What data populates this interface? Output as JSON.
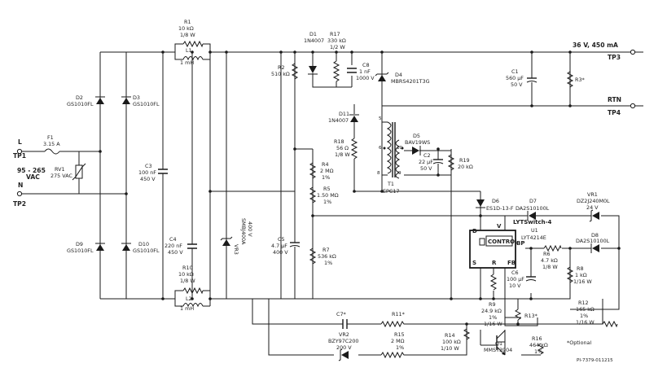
{
  "inputs": {
    "line": {
      "label": "L",
      "tp": "TP1"
    },
    "neutral": {
      "label": "N",
      "tp": "TP2"
    },
    "voltage": [
      "95 - 265",
      "VAC"
    ]
  },
  "outputs": {
    "vout": {
      "label": "36 V, 450 mA",
      "tp": "TP3"
    },
    "rtn": {
      "label": "RTN",
      "tp": "TP4"
    }
  },
  "ic": {
    "family": "LYTSwitch-4",
    "ref": "U1",
    "part": "LYT4214E",
    "block": "CONTROL",
    "pins": [
      "D",
      "V",
      "BP",
      "S",
      "R",
      "FB"
    ]
  },
  "transformer": {
    "ref": "T1",
    "part": "EPC17",
    "pins": [
      "5",
      "6",
      "10",
      "8",
      "9"
    ]
  },
  "parts": {
    "F1": [
      "F1",
      "3.15 A"
    ],
    "RV1": [
      "RV1",
      "275 VAC"
    ],
    "D2": [
      "D2",
      "GS1010FL"
    ],
    "D3": [
      "D3",
      "GS1010FL"
    ],
    "D9": [
      "D9",
      "GS1010FL"
    ],
    "D10": [
      "D10",
      "GS1010FL"
    ],
    "C3": [
      "C3",
      "100 nF",
      "450 V"
    ],
    "C4": [
      "C4",
      "220 nF",
      "450 V"
    ],
    "R1": [
      "R1",
      "10 kΩ",
      "1/8 W"
    ],
    "L1": [
      "L1",
      "1 mH"
    ],
    "R10": [
      "R10",
      "10 kΩ",
      "1/8 W"
    ],
    "L2": [
      "L2",
      "1 mH"
    ],
    "VR3": [
      "VR3",
      "SMBJ400A",
      "400 V"
    ],
    "R2": [
      "R2",
      "510 kΩ"
    ],
    "D1": [
      "D1",
      "1N4007"
    ],
    "R17": [
      "R17",
      "330 kΩ",
      "1/2 W"
    ],
    "C8": [
      "C8",
      "1 nF",
      "1000 V"
    ],
    "D4": [
      "D4",
      "MBRS4201T3G"
    ],
    "C1": [
      "C1",
      "560 µF",
      "50 V"
    ],
    "R3": [
      "R3*"
    ],
    "D11": [
      "D11",
      "1N4007"
    ],
    "R18": [
      "R18",
      "56 Ω",
      "1/8 W"
    ],
    "D5": [
      "D5",
      "BAV19WS"
    ],
    "C2": [
      "C2",
      "22 µF",
      "50 V"
    ],
    "R19": [
      "R19",
      "20 kΩ"
    ],
    "R4": [
      "R4",
      "2 MΩ",
      "1%"
    ],
    "R5": [
      "R5",
      "1.50 MΩ",
      "1%"
    ],
    "C5": [
      "C5",
      "4.7 µF",
      "400 V"
    ],
    "R7": [
      "R7",
      "536 kΩ",
      "1%"
    ],
    "D6": [
      "D6",
      "ES1D-13-F"
    ],
    "D7": [
      "D7",
      "DA2S10100L"
    ],
    "VR1": [
      "VR1",
      "DZ2J240M0L",
      "24 V"
    ],
    "D8": [
      "D8",
      "DA2S10100L"
    ],
    "R6": [
      "R6",
      "4.7 kΩ",
      "1/8 W"
    ],
    "R8": [
      "R8",
      "1 kΩ",
      "1/16 W"
    ],
    "C6": [
      "C6",
      "100 µF",
      "10 V"
    ],
    "R9": [
      "R9",
      "24.9 kΩ",
      "1%",
      "1/16 W"
    ],
    "R13": [
      "R13*"
    ],
    "R12": [
      "R12",
      "165 kΩ",
      "1%",
      "1/16 W"
    ],
    "C7": [
      "C7*"
    ],
    "R11": [
      "R11*"
    ],
    "VR2": [
      "VR2",
      "BZY97C200",
      "200 V"
    ],
    "R15": [
      "R15",
      "2 MΩ",
      "1%"
    ],
    "R14": [
      "R14",
      "100 kΩ",
      "1/10 W"
    ],
    "Q1": [
      "Q1",
      "MMST3904"
    ],
    "R16": [
      "R16",
      "464 kΩ",
      "1%"
    ]
  },
  "notes": {
    "optional": "*Optional",
    "drawing_id": "PI-7379-011215"
  }
}
